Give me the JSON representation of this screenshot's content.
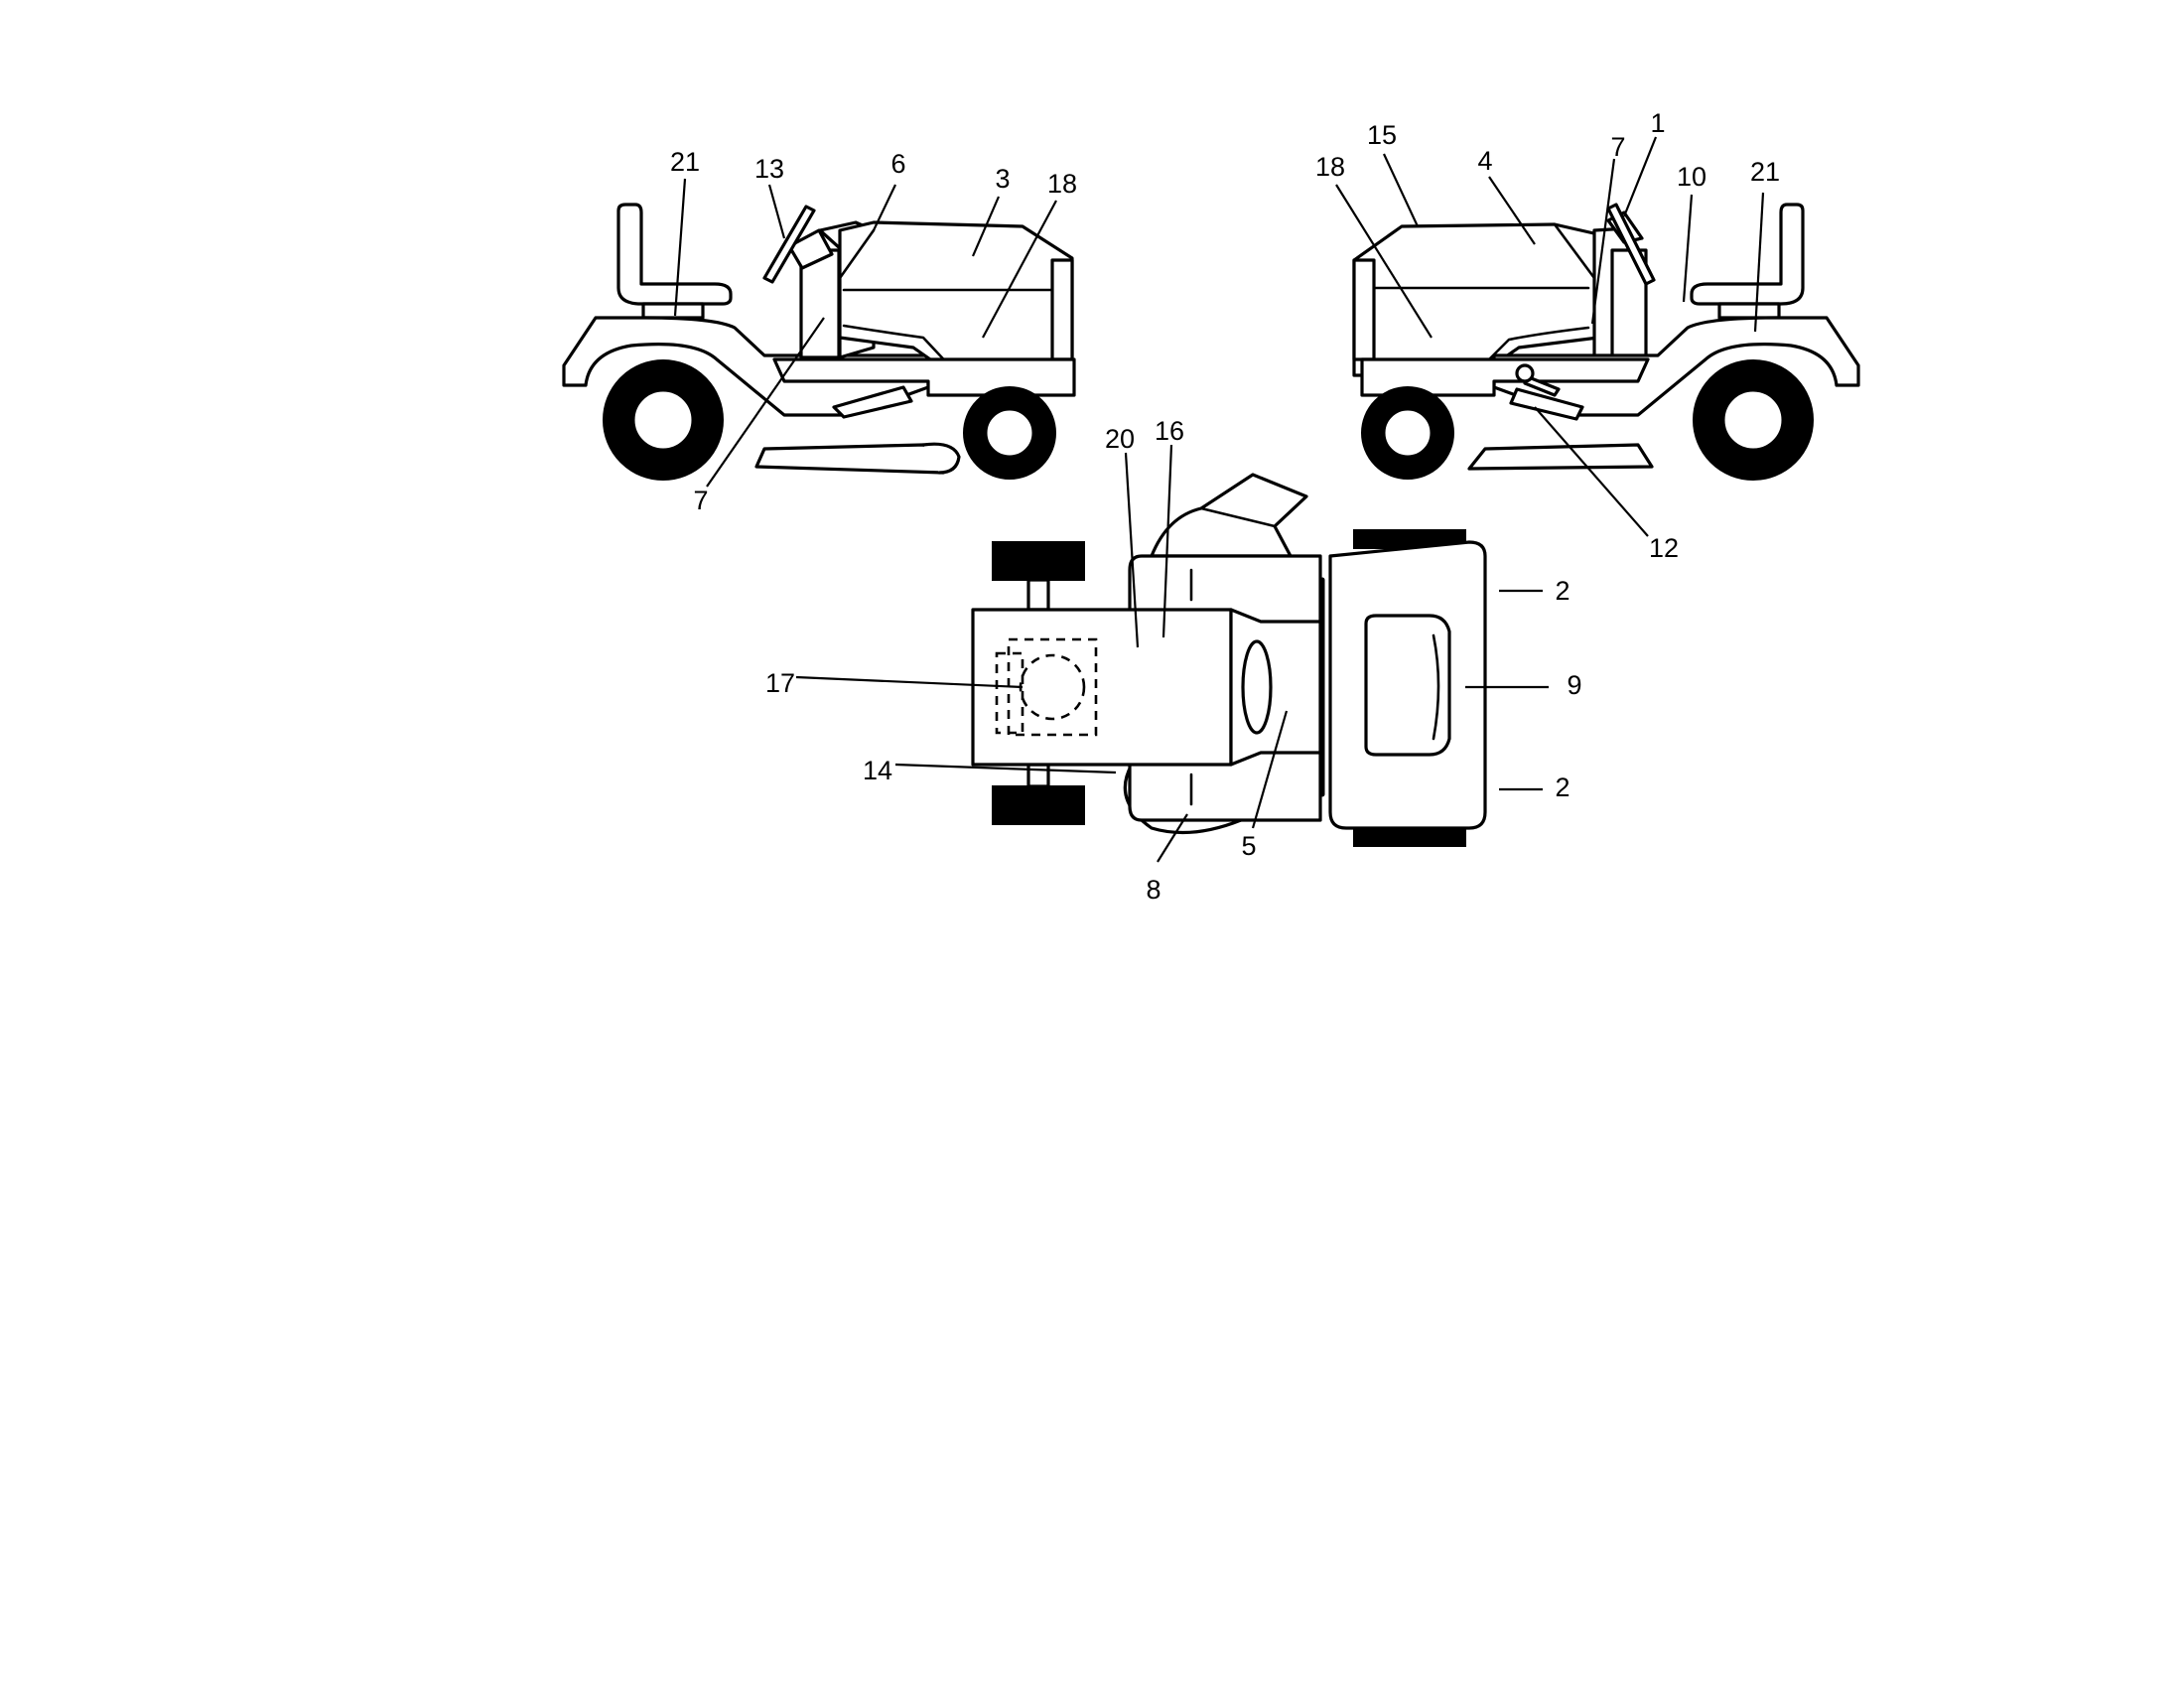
{
  "callouts": {
    "c1": "1",
    "c2a": "2",
    "c2b": "2",
    "c3": "3",
    "c4": "4",
    "c5": "5",
    "c6": "6",
    "c7_left": "7",
    "c7_right": "7",
    "c8": "8",
    "c9": "9",
    "c10": "10",
    "c12": "12",
    "c13": "13",
    "c14": "14",
    "c15": "15",
    "c16": "16",
    "c17": "17",
    "c18_left": "18",
    "c18_right": "18",
    "c20": "20",
    "c21_left": "21",
    "c21_right": "21"
  }
}
